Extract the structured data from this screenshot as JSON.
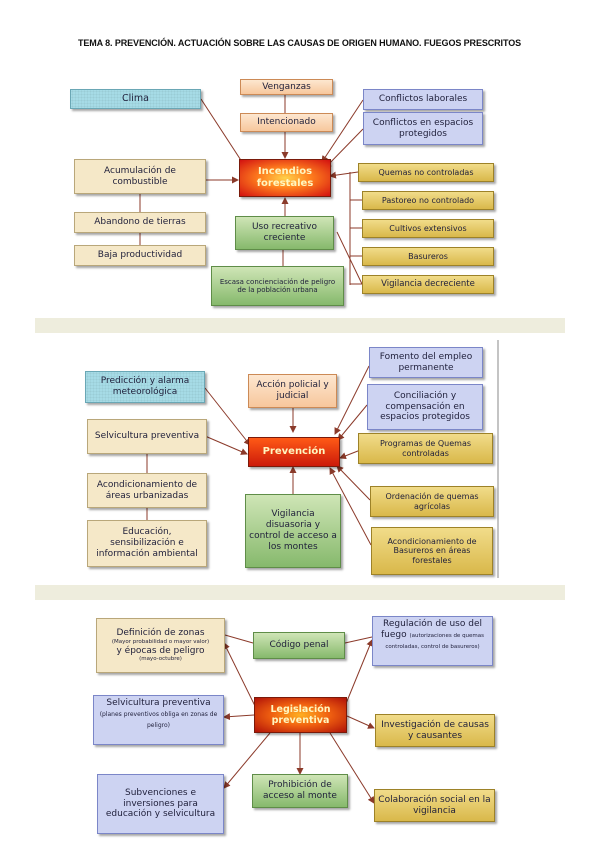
{
  "title": "TEMA 8. PREVENCIÓN. ACTUACIÓN SOBRE LAS CAUSAS DE ORIGEN HUMANO. FUEGOS PRESCRITOS",
  "section1": {
    "center": "Incendios forestales",
    "clima": "Clima",
    "venganzas": "Venganzas",
    "intencionado": "Intencionado",
    "conflictos_laborales": "Conflictos laborales",
    "conflictos_espacios": "Conflictos en espacios protegidos",
    "acumulacion": "Acumulación de combustible",
    "abandono": "Abandono de tierras",
    "baja": "Baja productividad",
    "uso_recreativo": "Uso recreativo creciente",
    "escasa": "Escasa concienciación de peligro de la población urbana",
    "quemas": "Quemas no controladas",
    "pastoreo": "Pastoreo no controlado",
    "cultivos": "Cultivos extensivos",
    "basureros": "Basureros",
    "vigilancia": "Vigilancia decreciente"
  },
  "section2": {
    "center": "Prevención",
    "prediccion": "Predicción y alarma meteorológica",
    "accion": "Acción policial y judicial",
    "fomento": "Fomento del empleo permanente",
    "conciliacion": "Conciliación y compensación en espacios protegidos",
    "selvicultura": "Selvicultura preventiva",
    "acondicionamiento_urb": "Acondicionamiento de áreas urbanizadas",
    "educacion": "Educación, sensibilización e información ambiental",
    "vigilancia": "Vigilancia disuasoria y control de acceso a los montes",
    "programas": "Programas de Quemas controladas",
    "ordenacion": "Ordenación de quemas agrícolas",
    "acondicionamiento_bas": "Acondicionamiento de Basureros en áreas forestales"
  },
  "section3": {
    "center": "Legislación preventiva",
    "definicion_main": "Definición de zonas",
    "definicion_sub1": "(Mayor probabilidad o mayor valor)",
    "definicion_mid": "y épocas de peligro",
    "definicion_sub2": "(mayo-octubre)",
    "codigo": "Código penal",
    "regulacion_main": "Regulación de uso del fuego",
    "regulacion_sub": "(autorizaciones de quemas controladas, control de basureros)",
    "selvicultura_main": "Selvicultura preventiva",
    "selvicultura_sub": "(planes preventivos obliga en zonas de peligro)",
    "investigacion": "Investigación de causas y causantes",
    "subvenciones": "Subvenciones e inversiones para educación y selvicultura",
    "prohibicion": "Prohibición de acceso al monte",
    "colaboracion": "Colaboración social en la vigilancia"
  }
}
